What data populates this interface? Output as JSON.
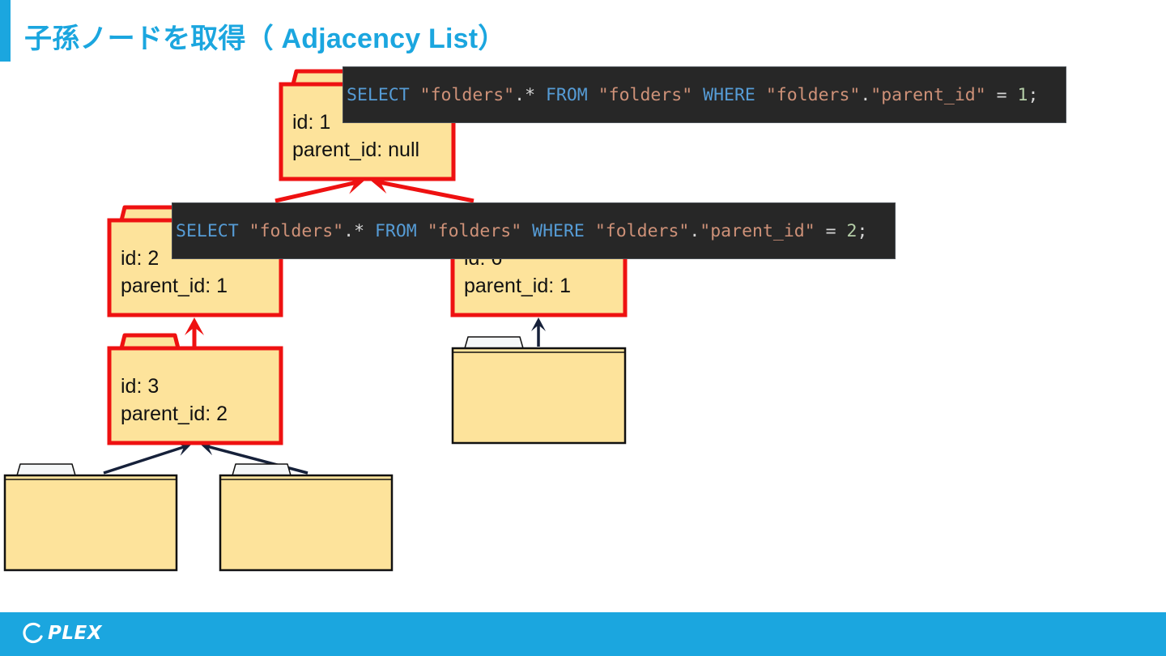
{
  "slide": {
    "title": "子孫ノードを取得（ Adjacency List）",
    "accent_color": "#1ba6df"
  },
  "folders": [
    {
      "key": "f1",
      "label_id": "id: 1",
      "label_parent": "parent_id: null",
      "highlighted": true
    },
    {
      "key": "f2",
      "label_id": "id: 2",
      "label_parent": "parent_id: 1",
      "highlighted": true
    },
    {
      "key": "f6",
      "label_id": "id: 6",
      "label_parent": "parent_id: 1",
      "highlighted": true
    },
    {
      "key": "f3",
      "label_id": "id: 3",
      "label_parent": "parent_id: 2",
      "highlighted": true
    },
    {
      "key": "f7",
      "label_id": "",
      "label_parent": "",
      "highlighted": false
    },
    {
      "key": "f4",
      "label_id": "",
      "label_parent": "",
      "highlighted": false
    },
    {
      "key": "f5",
      "label_id": "",
      "label_parent": "",
      "highlighted": false
    }
  ],
  "edges": [
    {
      "from": "f2",
      "to": "f1",
      "highlighted": true
    },
    {
      "from": "f6",
      "to": "f1",
      "highlighted": true
    },
    {
      "from": "f3",
      "to": "f2",
      "highlighted": true
    },
    {
      "from": "f7",
      "to": "f6",
      "highlighted": false
    },
    {
      "from": "f4",
      "to": "f3",
      "highlighted": false
    },
    {
      "from": "f5",
      "to": "f3",
      "highlighted": false
    }
  ],
  "queries": [
    {
      "tokens": [
        {
          "t": "SELECT",
          "c": "kw"
        },
        {
          "t": " ",
          "c": "op"
        },
        {
          "t": "\"folders\"",
          "c": "str"
        },
        {
          "t": ".* ",
          "c": "op"
        },
        {
          "t": "FROM",
          "c": "kw"
        },
        {
          "t": " ",
          "c": "op"
        },
        {
          "t": "\"folders\"",
          "c": "str"
        },
        {
          "t": " ",
          "c": "op"
        },
        {
          "t": "WHERE",
          "c": "kw"
        },
        {
          "t": " ",
          "c": "op"
        },
        {
          "t": "\"folders\"",
          "c": "str"
        },
        {
          "t": ".",
          "c": "op"
        },
        {
          "t": "\"parent_id\"",
          "c": "str"
        },
        {
          "t": " = ",
          "c": "op"
        },
        {
          "t": "1",
          "c": "num"
        },
        {
          "t": ";",
          "c": "op"
        }
      ]
    },
    {
      "tokens": [
        {
          "t": "SELECT",
          "c": "kw"
        },
        {
          "t": " ",
          "c": "op"
        },
        {
          "t": "\"folders\"",
          "c": "str"
        },
        {
          "t": ".* ",
          "c": "op"
        },
        {
          "t": "FROM",
          "c": "kw"
        },
        {
          "t": " ",
          "c": "op"
        },
        {
          "t": "\"folders\"",
          "c": "str"
        },
        {
          "t": " ",
          "c": "op"
        },
        {
          "t": "WHERE",
          "c": "kw"
        },
        {
          "t": " ",
          "c": "op"
        },
        {
          "t": "\"folders\"",
          "c": "str"
        },
        {
          "t": ".",
          "c": "op"
        },
        {
          "t": "\"parent_id\"",
          "c": "str"
        },
        {
          "t": " = ",
          "c": "op"
        },
        {
          "t": "2",
          "c": "num"
        },
        {
          "t": ";",
          "c": "op"
        }
      ]
    }
  ],
  "colors": {
    "folder_fill": "#fde39b",
    "folder_tab": "#f5f7f8",
    "highlight": "#ee1111",
    "edge": "#16213a",
    "code_bg": "#272727",
    "footer": "#1ba6df"
  },
  "footer": {
    "logo_text": "PLEX",
    "logo_icon": "circle-arc-icon"
  }
}
